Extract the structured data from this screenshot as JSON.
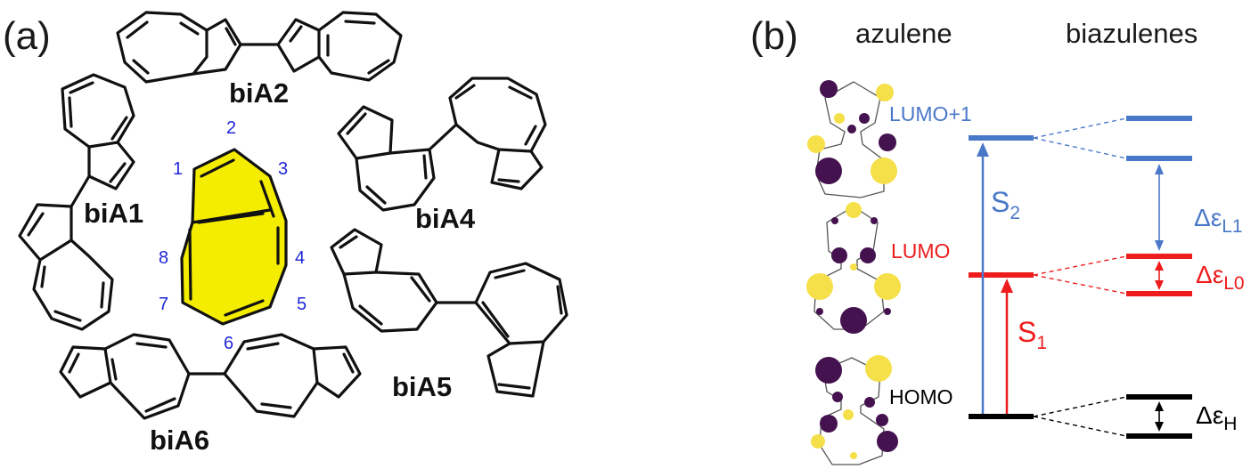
{
  "panel_a": {
    "label": "(a)",
    "molecules": [
      "biA2",
      "biA1",
      "biA4",
      "biA5",
      "biA6"
    ],
    "atom_numbers": [
      "1",
      "2",
      "3",
      "4",
      "5",
      "6",
      "7",
      "8"
    ],
    "highlight_color": "#f5ed00"
  },
  "panel_b": {
    "label": "(b)",
    "headers": {
      "left": "azulene",
      "right": "biazulenes"
    },
    "levels": {
      "lumo1": "LUMO+1",
      "lumo": "LUMO",
      "homo": "HOMO"
    },
    "transitions": {
      "s2": {
        "main": "S",
        "sub": "2"
      },
      "s1": {
        "main": "S",
        "sub": "1"
      }
    },
    "gaps": {
      "l1": {
        "main": "Δε",
        "sub": "L1"
      },
      "l0": {
        "main": "Δε",
        "sub": "L0"
      },
      "h": {
        "main": "Δε",
        "sub": "H"
      }
    },
    "colors": {
      "blue": "#4a78c8",
      "red": "#ee1c1c",
      "black": "#000000",
      "mo_yellow": "#f5e04a",
      "mo_purple": "#44124f"
    }
  }
}
